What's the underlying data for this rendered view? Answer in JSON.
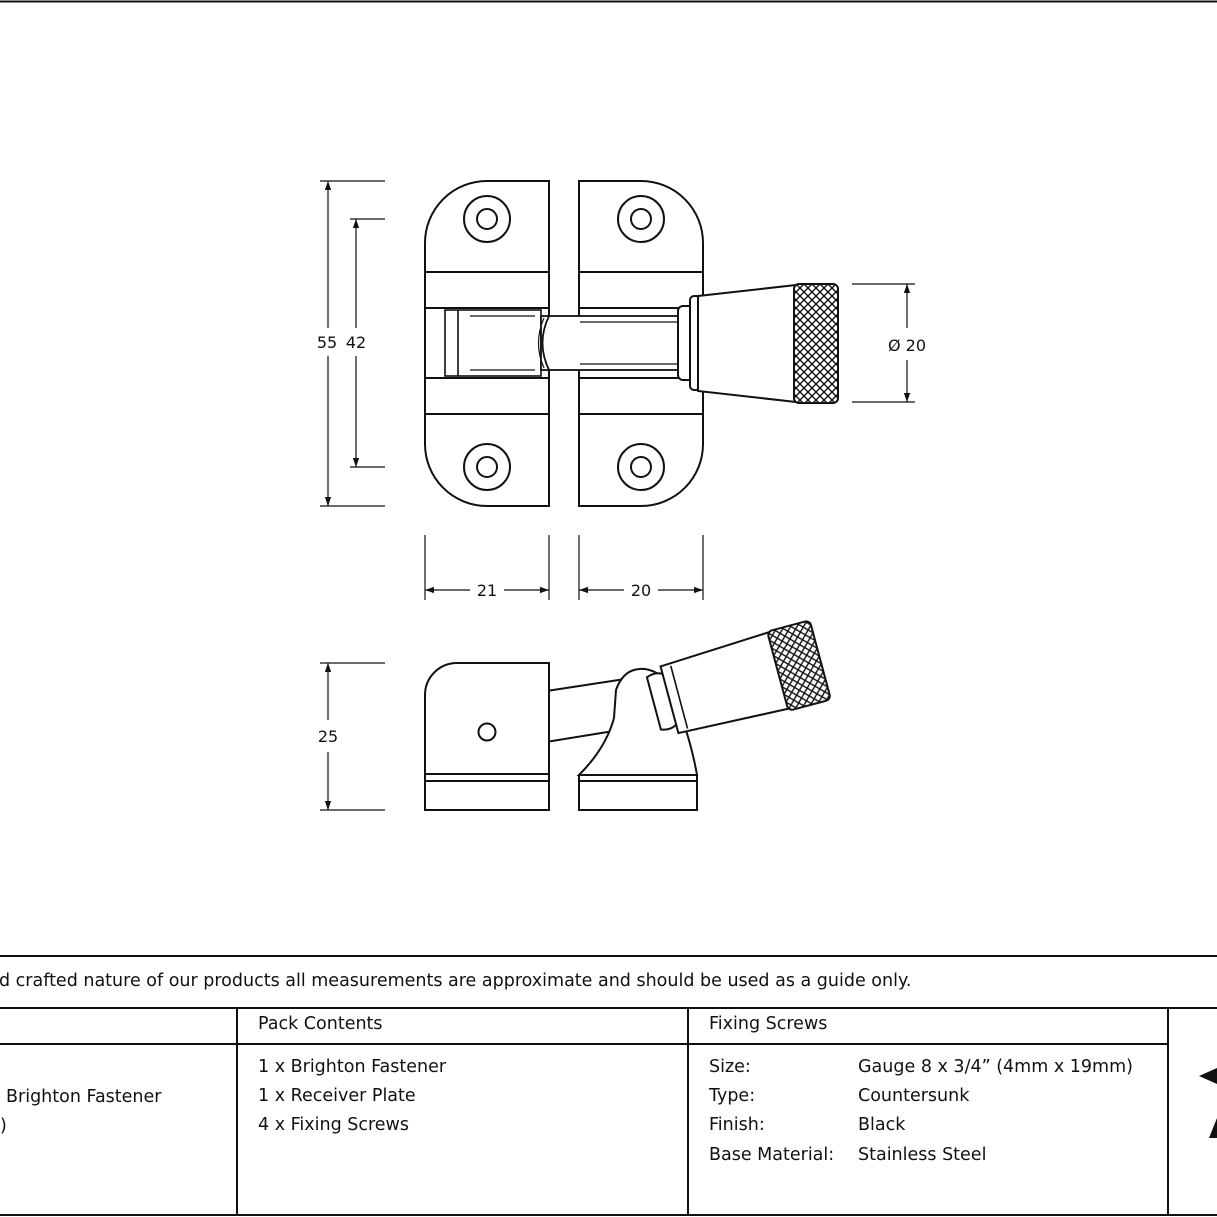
{
  "drawing": {
    "front_view": {
      "height_overall": "55",
      "fixing_centres": "42",
      "knob_diameter": "Ø 20",
      "fastener_width": "21",
      "receiver_width": "20"
    },
    "side_view": {
      "depth": "25"
    }
  },
  "footer": {
    "disclaimer": "d crafted nature of our products all measurements are approximate and should be used as a guide only.",
    "product_column": {
      "line1": "Brighton Fastener",
      "line2": ")"
    },
    "pack_contents": {
      "header": "Pack Contents",
      "items": [
        "1 x Brighton Fastener",
        "1 x Receiver Plate",
        "4 x Fixing Screws"
      ]
    },
    "fixing_screws": {
      "header": "Fixing Screws",
      "rows": [
        {
          "label": "Size:",
          "value": "Gauge 8 x 3/4” (4mm x 19mm)"
        },
        {
          "label": "Type:",
          "value": "Countersunk"
        },
        {
          "label": "Finish:",
          "value": "Black"
        },
        {
          "label": "Base Material:",
          "value": "Stainless Steel"
        }
      ]
    }
  }
}
